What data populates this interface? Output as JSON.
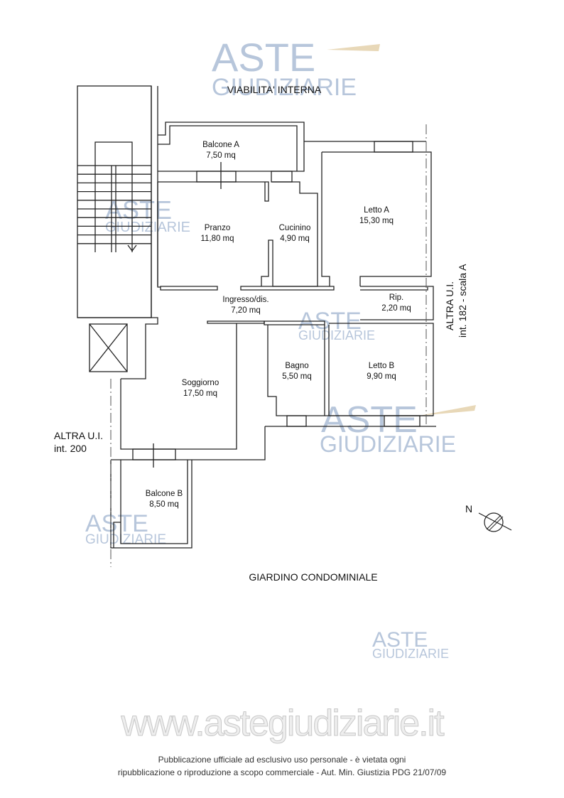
{
  "labels": {
    "top_road": "VIABILITA' INTERNA",
    "garden": "GIARDINO  CONDOMINIALE",
    "left_unit_1": "ALTRA U.I.",
    "left_unit_2": "int. 200",
    "right_unit_1": "ALTRA U.I.",
    "right_unit_2": "int. 182 - scala A",
    "north": "N"
  },
  "rooms": [
    {
      "name": "Balcone A",
      "area": "7,50 mq"
    },
    {
      "name": "Pranzo",
      "area": "11,80 mq"
    },
    {
      "name": "Cucinino",
      "area": "4,90 mq"
    },
    {
      "name": "Letto A",
      "area": "15,30 mq"
    },
    {
      "name": "Ingresso/dis.",
      "area": "7,20 mq"
    },
    {
      "name": "Rip.",
      "area": "2,20 mq"
    },
    {
      "name": "Bagno",
      "area": "5,50 mq"
    },
    {
      "name": "Letto B",
      "area": "9,90 mq"
    },
    {
      "name": "Soggiorno",
      "area": "17,50 mq"
    },
    {
      "name": "Balcone B",
      "area": "8,50 mq"
    }
  ],
  "watermark": {
    "line1": "ASTE",
    "line2": "GIUDIZIARIE",
    "site": "www.astegiudiziarie.it"
  },
  "footer": {
    "line1": "Pubblicazione ufficiale ad esclusivo uso personale - è vietata ogni",
    "line2": "ripubblicazione o riproduzione a scopo commerciale - Aut. Min. Giustizia PDG 21/07/09"
  },
  "colors": {
    "wall": "#222222",
    "watermark": "#9fb3cf"
  }
}
